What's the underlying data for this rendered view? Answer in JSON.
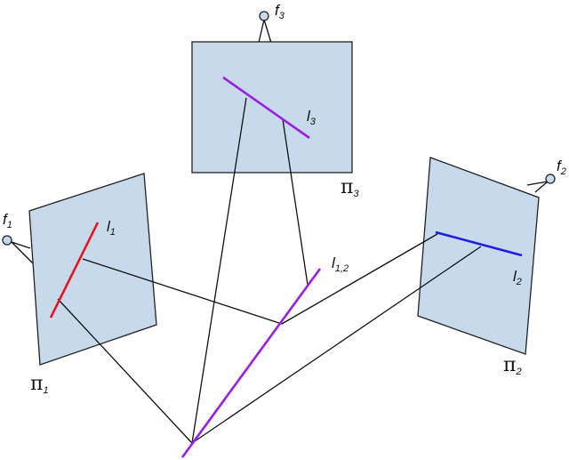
{
  "planes": {
    "p1": {
      "name": "π",
      "sub": "1"
    },
    "p2": {
      "name": "π",
      "sub": "2"
    },
    "p3": {
      "name": "π",
      "sub": "3"
    }
  },
  "foci": {
    "f1": {
      "name": "f",
      "sub": "1"
    },
    "f2": {
      "name": "f",
      "sub": "2"
    },
    "f3": {
      "name": "f",
      "sub": "3"
    }
  },
  "lines": {
    "l1": {
      "name": "l",
      "sub": "1",
      "color": "#e8141e"
    },
    "l2": {
      "name": "l",
      "sub": "2",
      "color": "#1e1ee0"
    },
    "l3": {
      "name": "l",
      "sub": "3",
      "color": "#9b1ee6"
    },
    "l12": {
      "name": "l",
      "sub": "1,2",
      "color": "#9b1ee6"
    }
  }
}
